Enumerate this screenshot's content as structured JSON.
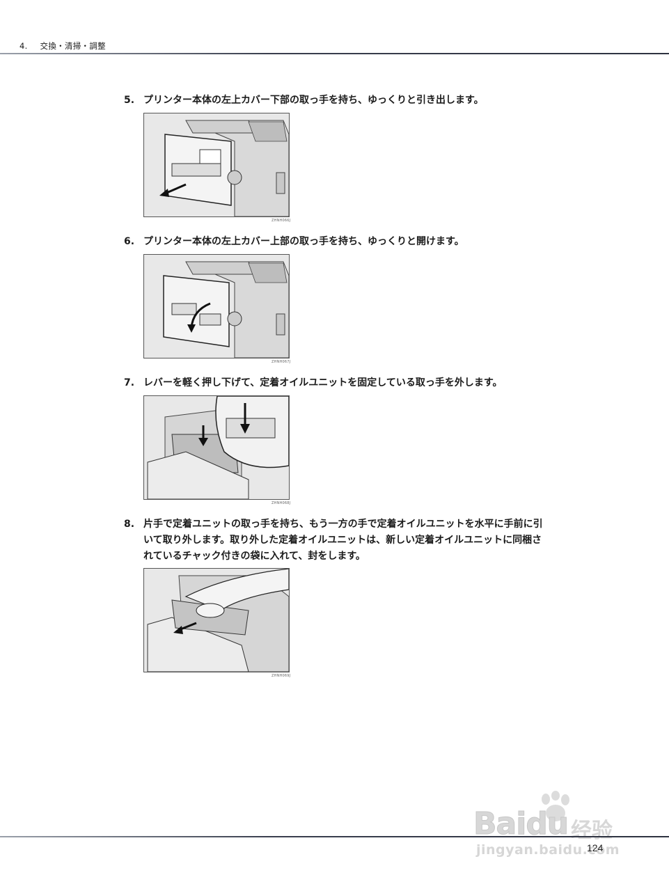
{
  "header": {
    "chapter_number": "4.",
    "chapter_title": "交換・清掃・調整"
  },
  "steps": [
    {
      "number": "5.",
      "lines": [
        "プリンター本体の左上カバー下部の取っ手を持ち、ゆっくりと引き出します。"
      ],
      "figure_code": "ZHNH066J"
    },
    {
      "number": "6.",
      "lines": [
        "プリンター本体の左上カバー上部の取っ手を持ち、ゆっくりと開けます。"
      ],
      "figure_code": "ZHNH067J"
    },
    {
      "number": "7.",
      "lines": [
        "レバーを軽く押し下げて、定着オイルユニットを固定している取っ手を外します。"
      ],
      "figure_code": "ZHNH068J"
    },
    {
      "number": "8.",
      "lines": [
        "片手で定着ユニットの取っ手を持ち、もう一方の手で定着オイルユニットを水平に手前に引",
        "いて取り外します。取り外した定着オイルユニットは、新しい定着オイルユニットに同梱さ",
        "れているチャック付きの袋に入れて、封をします。"
      ],
      "figure_code": "ZHNH069J"
    }
  ],
  "footer": {
    "page_number": "124"
  },
  "watermark": {
    "brand": "Bai",
    "brand2": "du",
    "jingyan": "经验",
    "url": "jingyan.baidu.com"
  }
}
